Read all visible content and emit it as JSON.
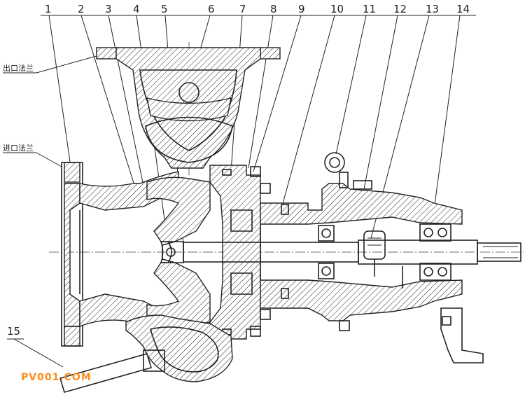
{
  "part_numbers": [
    "1",
    "2",
    "3",
    "4",
    "5",
    "6",
    "7",
    "8",
    "9",
    "10",
    "11",
    "12",
    "13",
    "14",
    "15"
  ],
  "labels": {
    "outlet_flange": "出口法兰",
    "inlet_flange": "进口法兰"
  },
  "watermark": "PV001.COM",
  "colors": {
    "line": "#222222",
    "watermark": "#ff8c1a"
  }
}
